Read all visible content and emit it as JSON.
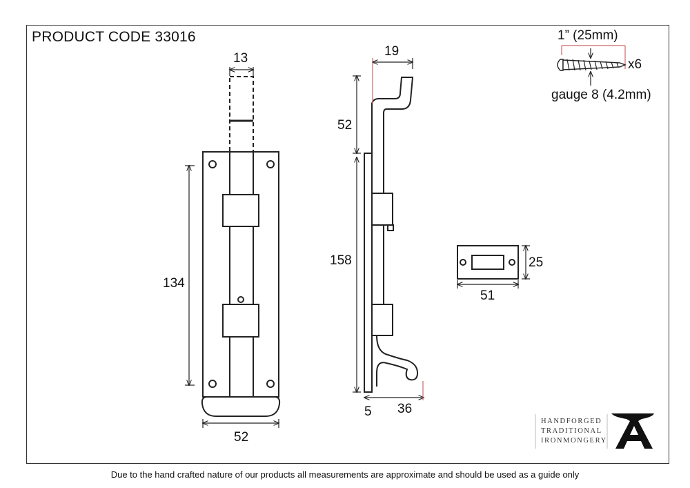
{
  "header": {
    "product_code": "PRODUCT CODE 33016"
  },
  "front_view": {
    "bolt_width": "13",
    "hole_spacing": "134",
    "plate_width": "52"
  },
  "side_view": {
    "handle_offset": "19",
    "bolt_throw": "52",
    "plate_length": "158",
    "plate_thickness": "5",
    "handle_projection": "36"
  },
  "keeper": {
    "height": "25",
    "width": "51"
  },
  "screw": {
    "length": "1” (25mm)",
    "gauge": "gauge 8 (4.2mm)",
    "quantity": "x6"
  },
  "brand": {
    "line1": "HANDFORGED",
    "line2": "TRADITIONAL",
    "line3": "IRONMONGERY",
    "logo_letter": "A"
  },
  "footer": {
    "disclaimer": "Due to the hand crafted nature of our products all measurements are approximate and should be used as a guide only"
  }
}
